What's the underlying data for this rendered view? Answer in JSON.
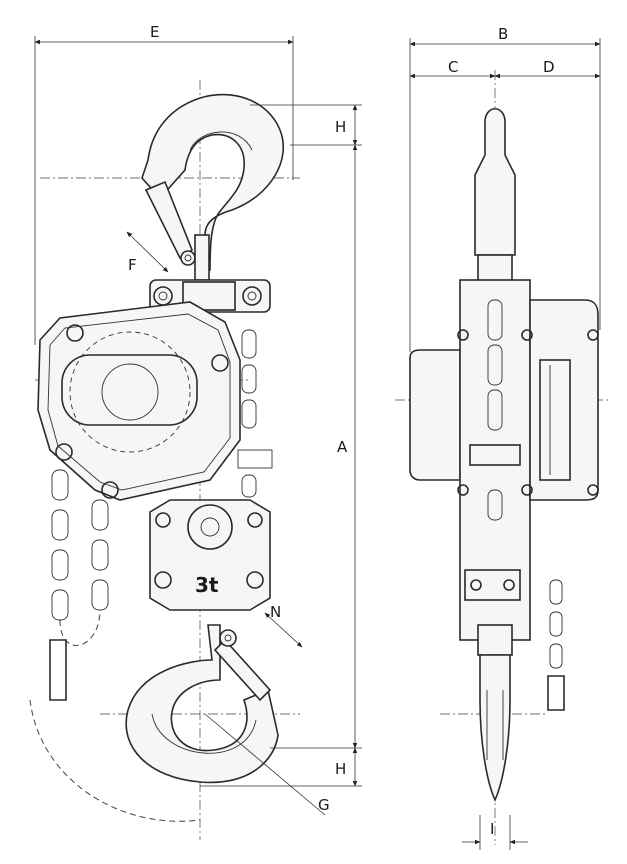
{
  "dimensions": {
    "A": "A",
    "B": "B",
    "C": "C",
    "D": "D",
    "E": "E",
    "F": "F",
    "G": "G",
    "H_top": "H",
    "H_bottom": "H",
    "I": "I",
    "N": "N"
  },
  "capacity_mark": "3t",
  "colors": {
    "line": "#2a2a2a",
    "background": "#ffffff"
  }
}
